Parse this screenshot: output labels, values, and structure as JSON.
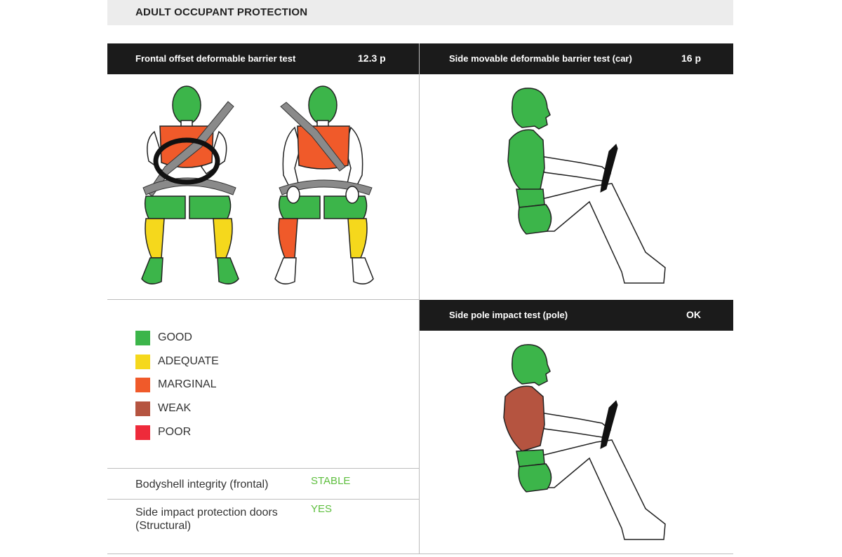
{
  "section": {
    "title": "ADULT OCCUPANT PROTECTION"
  },
  "tests": {
    "frontal": {
      "name": "Frontal offset deformable barrier test",
      "score": "12.3 p"
    },
    "side": {
      "name": "Side movable deformable barrier test (car)",
      "score": "16 p"
    },
    "pole": {
      "name": "Side pole impact test (pole)",
      "score": "OK"
    }
  },
  "ratings": {
    "frontal_driver": {
      "head": "good",
      "chest": "marginal",
      "pelvis": "good",
      "thighs": "good",
      "left_lower_leg": "adequate",
      "right_lower_leg": "adequate",
      "feet": "good"
    },
    "frontal_passenger": {
      "head": "good",
      "chest": "marginal",
      "pelvis": "good",
      "thighs": "good",
      "left_lower_leg": "marginal",
      "right_lower_leg": "adequate",
      "feet": "none"
    },
    "side": {
      "head": "good",
      "chest": "good",
      "abdomen": "good",
      "pelvis": "good"
    },
    "pole": {
      "head": "good",
      "chest": "weak",
      "abdomen": "good",
      "pelvis": "good"
    }
  },
  "legend": [
    {
      "label": "GOOD",
      "color": "#3cb54a"
    },
    {
      "label": "ADEQUATE",
      "color": "#f5d81c"
    },
    {
      "label": "MARGINAL",
      "color": "#f05a2a"
    },
    {
      "label": "WEAK",
      "color": "#b55440"
    },
    {
      "label": "POOR",
      "color": "#ee2a3a"
    }
  ],
  "info": {
    "bodyshell": {
      "label": "Bodyshell integrity (frontal)",
      "value": "STABLE"
    },
    "doors": {
      "label_line1": "Side impact protection doors",
      "label_line2": "(Structural)",
      "value": "YES"
    }
  },
  "colors": {
    "good": "#3cb54a",
    "adequate": "#f5d81c",
    "marginal": "#f05a2a",
    "weak": "#b55440",
    "poor": "#ee2a3a",
    "header_bg": "#1b1b1b",
    "section_bg": "#ececec",
    "value_text": "#5fbf3f"
  }
}
